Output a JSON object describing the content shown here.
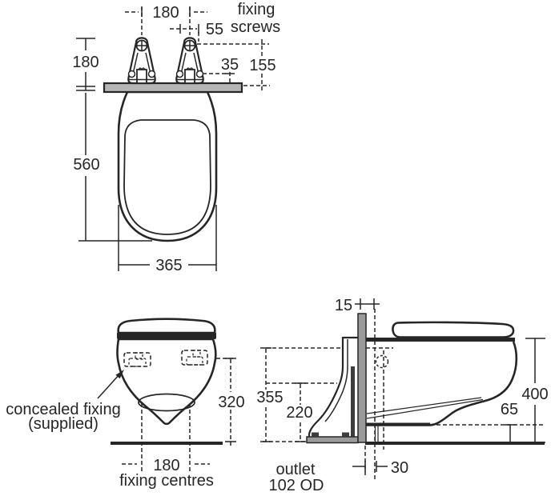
{
  "colors": {
    "line": "#262626",
    "panel_gray": "#b6b6b6",
    "wall_gray": "#9a9a9a",
    "background": "#ffffff"
  },
  "top_view": {
    "labels": {
      "fixing_screws_1": "fixing",
      "fixing_screws_2": "screws"
    },
    "dims": {
      "screw_centres": "180",
      "screw_offset": "55",
      "bracket_height": "180",
      "screw_to_rail": "35",
      "screw_line_to_rail": "155",
      "pan_depth": "560",
      "pan_width": "365"
    }
  },
  "front_view": {
    "labels": {
      "concealed_1": "concealed fixing",
      "concealed_2": "(supplied)",
      "fixing_centres": "fixing centres"
    },
    "dims": {
      "fixing_height": "320",
      "fixing_centres": "180"
    }
  },
  "side_view": {
    "labels": {
      "outlet_1": "outlet",
      "outlet_2": "102 OD"
    },
    "dims": {
      "panel_thickness": "15",
      "frame_height": "355",
      "outlet_height": "220",
      "pan_height": "400",
      "underside_height": "65",
      "outlet_setback": "30"
    }
  }
}
